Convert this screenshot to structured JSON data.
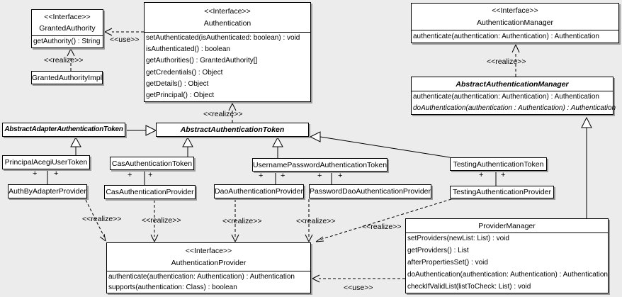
{
  "diagram": {
    "title": "Acegi authentication UML class diagram",
    "colors": {
      "background": "#ececec",
      "box_fill": "#ffffff",
      "line": "#000000",
      "shadow": "#9c9c9c"
    },
    "labels": {
      "realize": "<<realize>>",
      "use": "<<use>>",
      "plus": "+"
    },
    "classes": {
      "granted_authority": {
        "stereotype": "<<Interface>>",
        "name": "GrantedAuthority",
        "methods": [
          "getAuthority() : String"
        ]
      },
      "granted_authority_impl": {
        "name": "GrantedAuthorityImpl"
      },
      "authentication": {
        "stereotype": "<<Interface>>",
        "name": "Authentication",
        "methods": [
          "setAuthenticated(isAuthenticated: boolean) : void",
          "isAuthenticated() : boolean",
          "getAuthorities() : GrantedAuthority[]",
          "getCredentials() : Object",
          "getDetails() : Object",
          "getPrincipal() : Object"
        ]
      },
      "authentication_manager": {
        "stereotype": "<<Interface>>",
        "name": "AuthenticationManager",
        "methods": [
          "authenticate(authentication: Authentication) : Authentication"
        ]
      },
      "abstract_authentication_manager": {
        "name": "AbstractAuthenticationManager",
        "methods": [
          "authenticate(authentication: Authentication) : Authentication",
          "doAuthentication(authentication : Authentication) : Authentication"
        ]
      },
      "abstract_adapter_authentication_token": {
        "name": "AbstractAdapterAuthenticationToken"
      },
      "abstract_authentication_token": {
        "name": "AbstractAuthenticationToken"
      },
      "principal_acegi_user_token": {
        "name": "PrincipalAcegiUserToken"
      },
      "cas_authentication_token": {
        "name": "CasAuthenticationToken"
      },
      "username_password_authentication_token": {
        "name": "UsernamePasswordAuthenticationToken"
      },
      "testing_authentication_token": {
        "name": "TestingAuthenticationToken"
      },
      "auth_by_adapter_provider": {
        "name": "AuthByAdapterProvider"
      },
      "cas_authentication_provider": {
        "name": "CasAuthenticationProvider"
      },
      "dao_authentication_provider": {
        "name": "DaoAuthenticationProvider"
      },
      "password_dao_authentication_provider": {
        "name": "PasswordDaoAuthenticationProvider"
      },
      "testing_authentication_provider": {
        "name": "TestingAuthenticationProvider"
      },
      "authentication_provider": {
        "stereotype": "<<Interface>>",
        "name": "AuthenticationProvider",
        "methods": [
          "authenticate(authentication: Authentication) : Authentication",
          "supports(authentication: Class) : boolean"
        ]
      },
      "provider_manager": {
        "name": "ProviderManager",
        "methods": [
          "setProviders(newList: List) : void",
          "getProviders() : List",
          "afterPropertiesSet() : void",
          "doAuthentication(authentication: Authentication) : Authentication",
          "checkIfValidList(listToCheck: List) : void"
        ]
      }
    }
  }
}
